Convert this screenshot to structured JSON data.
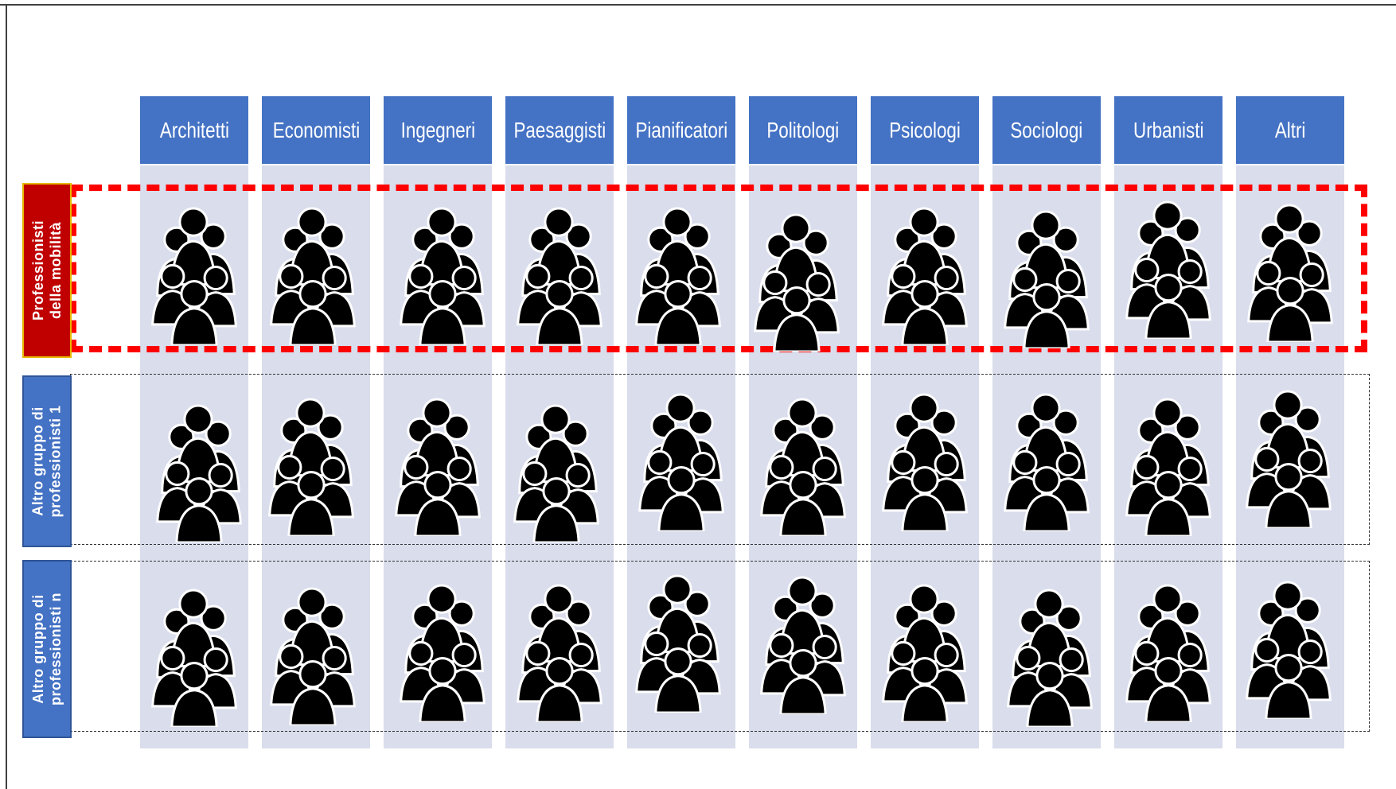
{
  "columns": [
    "Architetti",
    "Economisti",
    "Ingegneri",
    "Paesaggisti",
    "Pianificatori",
    "Politologi",
    "Psicologi",
    "Sociologi",
    "Urbanisti",
    "Altri"
  ],
  "rows": [
    {
      "label_line1": "Professionisti",
      "label_line2": "della mobilità",
      "style": "red"
    },
    {
      "label_line1": "Altro gruppo di",
      "label_line2": "professionisti 1",
      "style": "blue"
    },
    {
      "label_line1": "Altro gruppo di",
      "label_line2": "professionisti n",
      "style": "blue"
    }
  ],
  "cell_icon": "people-group-icon",
  "colors": {
    "header": "#4472c4",
    "column_background": "#d9ddec",
    "highlight": "#ff0000",
    "highlight_label": "#c00000",
    "icon": "#000000"
  }
}
